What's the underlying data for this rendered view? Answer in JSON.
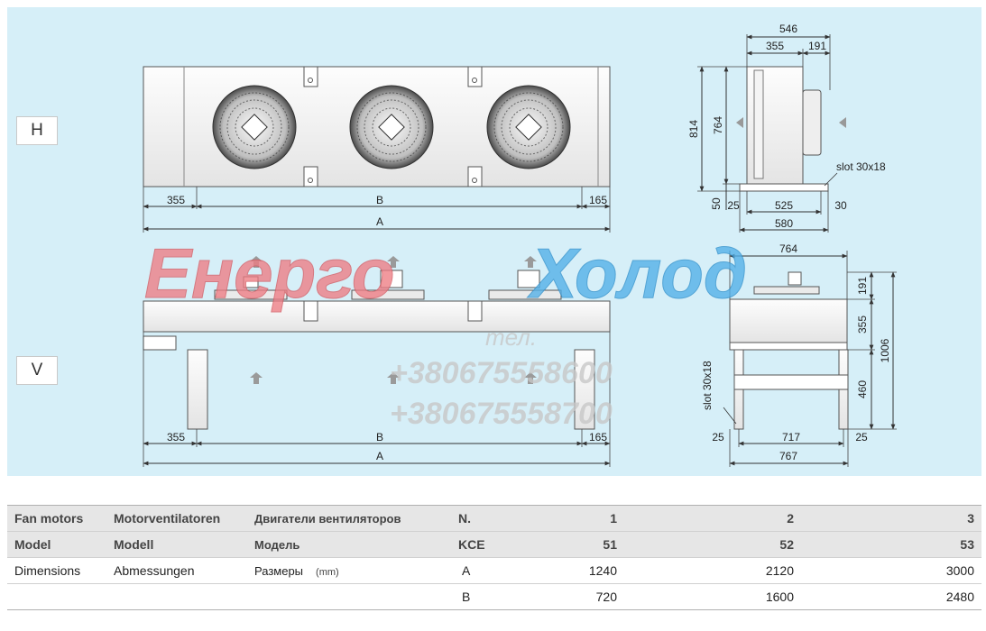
{
  "views": {
    "h_label": "H",
    "v_label": "V"
  },
  "watermark": {
    "brand_left": "Енерго",
    "brand_right": "Холод",
    "tel_label": "тел.",
    "phone1": "+380675558600",
    "phone2": "+380675558700"
  },
  "dims_front_h": {
    "left": "355",
    "middle": "B",
    "right": "165",
    "total": "A"
  },
  "dims_front_v": {
    "left": "355",
    "middle": "B",
    "right": "165",
    "total": "A"
  },
  "dims_side_h": {
    "width_total": "546",
    "part_a": "355",
    "part_b": "191",
    "height_total": "814",
    "height_body": "764",
    "base": "50",
    "bottom_left": "25",
    "bottom_mid": "525",
    "bottom_right": "30",
    "bottom_total": "580",
    "slot": "slot 30x18"
  },
  "dims_side_v": {
    "width_top": "764",
    "h_fan": "191",
    "h_body": "355",
    "h_legs": "460",
    "h_total": "1006",
    "slot": "slot 30x18",
    "bottom_left": "25",
    "bottom_mid": "717",
    "bottom_right": "25",
    "bottom_total": "767"
  },
  "table": {
    "rows": [
      {
        "en": "Fan motors",
        "de": "Motorventilatoren",
        "ru": "Двигатели вентиляторов",
        "unit": "",
        "key": "N.",
        "v1": "1",
        "v2": "2",
        "v3": "3"
      },
      {
        "en": "Model",
        "de": "Modell",
        "ru": "Модель",
        "unit": "",
        "key": "KCE",
        "v1": "51",
        "v2": "52",
        "v3": "53"
      },
      {
        "en": "Dimensions",
        "de": "Abmessungen",
        "ru": "Размеры",
        "unit": "(mm)",
        "key": "A",
        "v1": "1240",
        "v2": "2120",
        "v3": "3000"
      },
      {
        "en": "",
        "de": "",
        "ru": "",
        "unit": "",
        "key": "B",
        "v1": "720",
        "v2": "1600",
        "v3": "2480"
      }
    ]
  }
}
